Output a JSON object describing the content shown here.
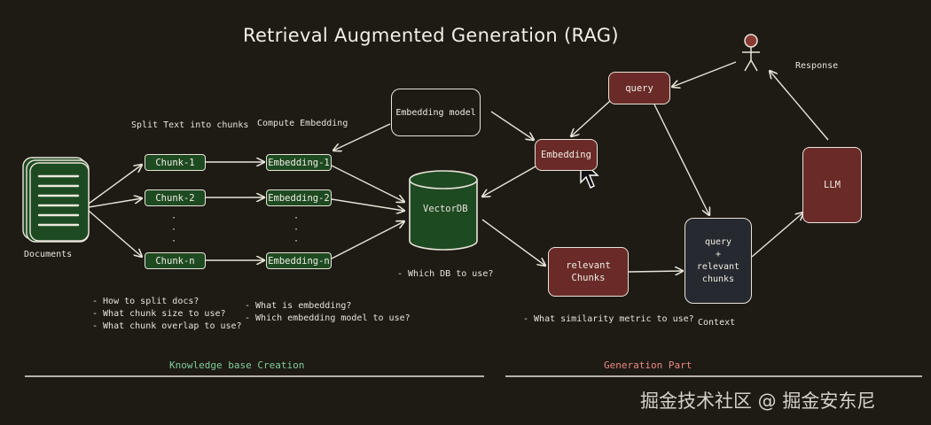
{
  "title": "Retrieval Augmented Generation (RAG)",
  "headers": {
    "split": "Split Text into chunks",
    "compute": "Compute Embedding"
  },
  "documents_label": "Documents",
  "chunks": [
    "Chunk-1",
    "Chunk-2",
    "Chunk-n"
  ],
  "embeddings": [
    "Embedding-1",
    "Embedding-2",
    "Embedding-n"
  ],
  "ellipsis": "·\n·\n·",
  "embedding_model": "Embedding model",
  "vectordb": "VectorDB",
  "vectordb_note": "- Which DB to use?",
  "query": "query",
  "embedding": "Embedding",
  "relevant_chunks": "relevant\nChunks",
  "context_box": "query\n+\nrelevant\nchunks",
  "context_label": "Context",
  "llm": "LLM",
  "response": "Response",
  "notes": {
    "chunking": "- How to split docs?\n- What chunk size to use?\n- What chunk overlap to use?",
    "embedding": "- What is embedding?\n- Which embedding model to use?",
    "similarity": "- What similarity metric to use?"
  },
  "sections": {
    "kb": "Knowledge base Creation",
    "gen": "Generation Part"
  },
  "watermark": "掘金技术社区 @ 掘金安东尼",
  "colors": {
    "background": "#1e1a14",
    "chunk_fill": "#1e4a22",
    "generation_fill": "#6a2b28",
    "context_fill": "#262a30",
    "kb_label": "#7fce9a",
    "gen_label": "#e98a82"
  }
}
